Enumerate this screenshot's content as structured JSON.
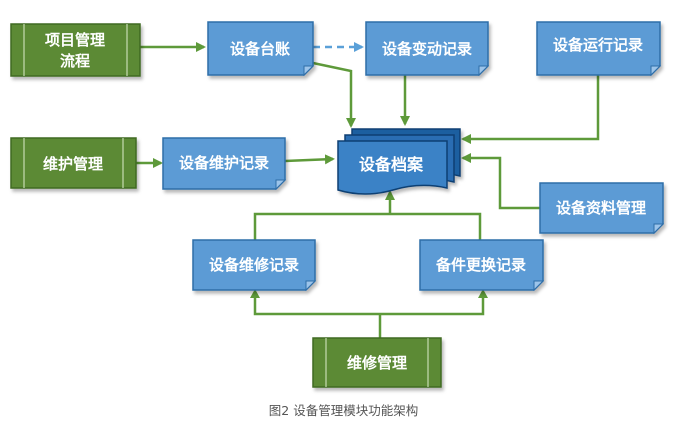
{
  "boxes": {
    "project_process": {
      "line1": "项目管理",
      "line2": "流程"
    },
    "maintain_mgmt": {
      "label": "维护管理"
    },
    "repair_mgmt": {
      "label": "维修管理"
    },
    "ledger": {
      "label": "设备台账"
    },
    "change_record": {
      "label": "设备变动记录"
    },
    "run_record": {
      "label": "设备运行记录"
    },
    "maintain_record": {
      "label": "设备维护记录"
    },
    "archive": {
      "label": "设备档案"
    },
    "data_mgmt": {
      "label": "设备资料管理"
    },
    "repair_record": {
      "label": "设备维修记录"
    },
    "parts_record": {
      "label": "备件更换记录"
    }
  },
  "caption": "图2 设备管理模块功能架构",
  "colors": {
    "green_box": "#5b8a35",
    "green_stroke": "#3f6a23",
    "green_arrow": "#5e9a3a",
    "blue_box": "#5b9bd5",
    "blue_stroke": "#2f6ea8",
    "archive_dark": "#1f5fa0",
    "dashed_arrow": "#5aa0d8"
  }
}
